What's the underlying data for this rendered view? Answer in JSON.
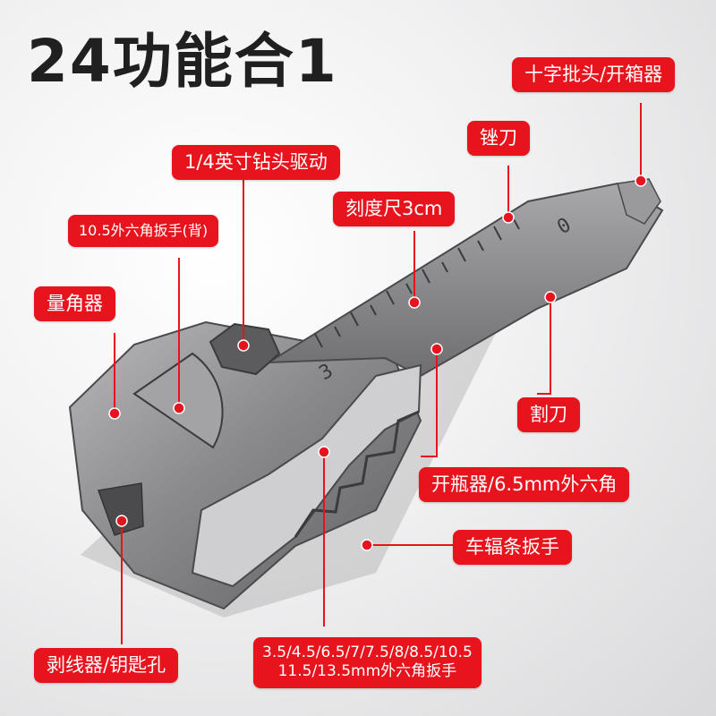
{
  "title": "24功能合1",
  "labels": {
    "cross_screwdriver": "十字批头/开箱器",
    "file": "锉刀",
    "drill_drive": "1/4英寸钻头驱动",
    "ruler": "刻度尺3cm",
    "hex_back": "10.5外六角扳手(背)",
    "protractor": "量角器",
    "cutter": "割刀",
    "bottle_opener": "开瓶器/6.5mm外六角",
    "spoke_wrench": "车辐条扳手",
    "wire_stripper": "剥线器/钥匙孔",
    "hex_sizes_line1": "3.5/4.5/6.5/7/7.5/8/8.5/10.5",
    "hex_sizes_line2": "11.5/13.5mm外六角扳手"
  },
  "engraved": {
    "ruler_zero": "0",
    "ruler_three": "3"
  },
  "colors": {
    "accent_red": "#e8141d",
    "metal": "#8c8c8e",
    "title": "#202020"
  }
}
